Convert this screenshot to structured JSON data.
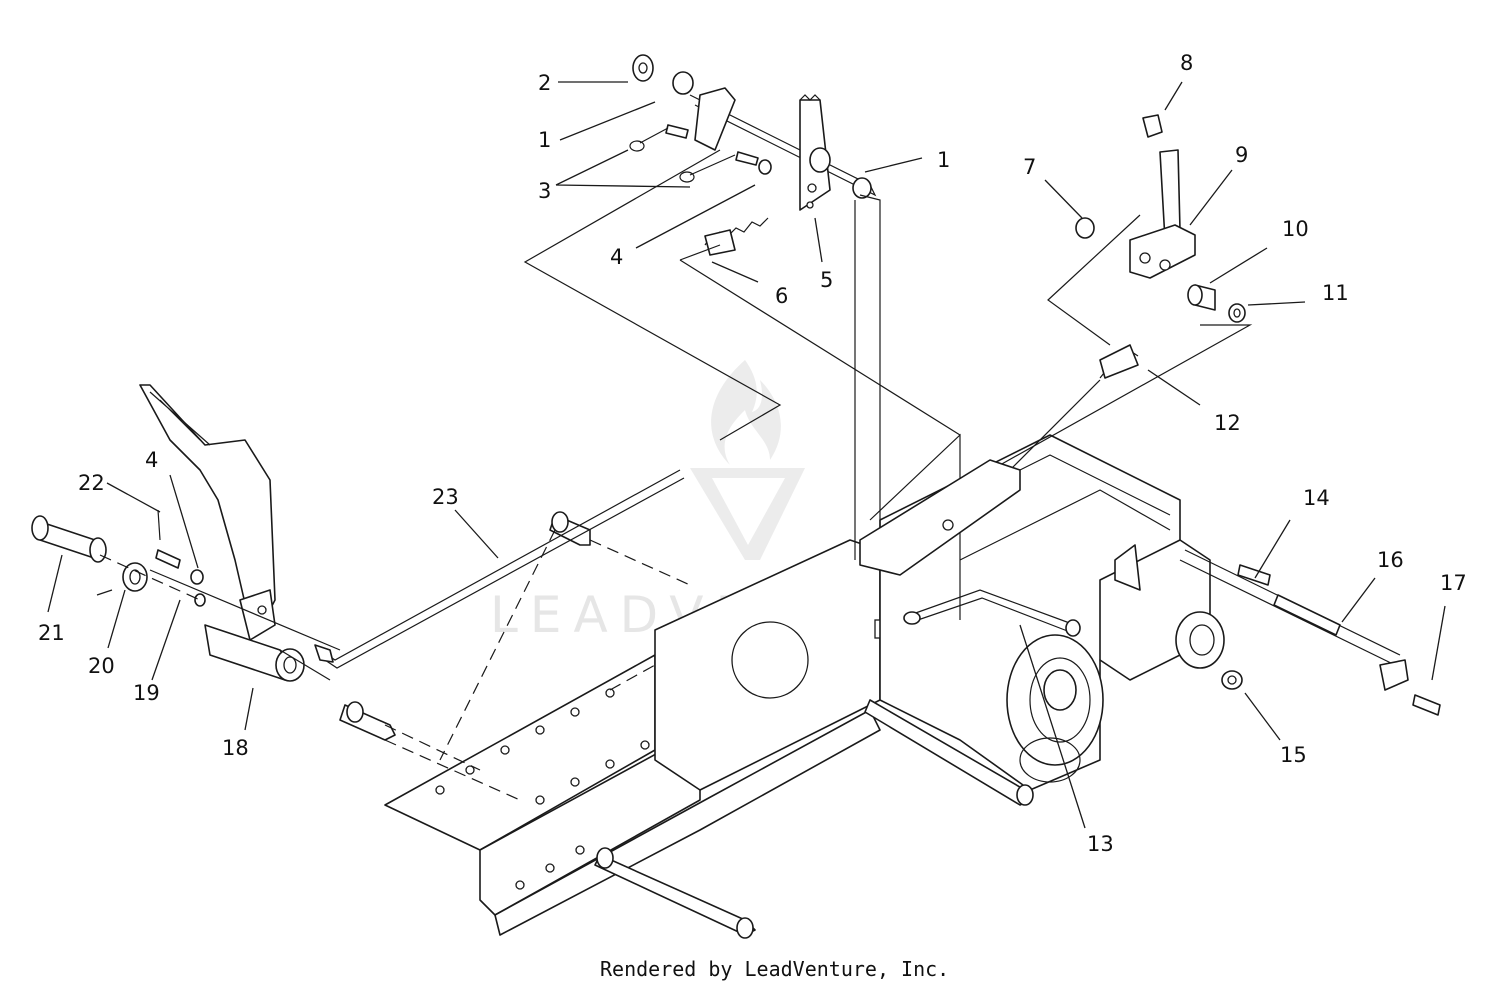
{
  "watermark": {
    "text": "LEADVENTURE"
  },
  "footer": {
    "text": "Rendered by LeadVenture, Inc."
  },
  "callouts": [
    {
      "id": "c2a",
      "label": "2"
    },
    {
      "id": "c1a",
      "label": "1"
    },
    {
      "id": "c3",
      "label": "3"
    },
    {
      "id": "c4a",
      "label": "4"
    },
    {
      "id": "c6",
      "label": "6"
    },
    {
      "id": "c5",
      "label": "5"
    },
    {
      "id": "c1b",
      "label": "1"
    },
    {
      "id": "c8",
      "label": "8"
    },
    {
      "id": "c7",
      "label": "7"
    },
    {
      "id": "c9",
      "label": "9"
    },
    {
      "id": "c10",
      "label": "10"
    },
    {
      "id": "c11",
      "label": "11"
    },
    {
      "id": "c12",
      "label": "12"
    },
    {
      "id": "c4b",
      "label": "4"
    },
    {
      "id": "c22",
      "label": "22"
    },
    {
      "id": "c23",
      "label": "23"
    },
    {
      "id": "c21",
      "label": "21"
    },
    {
      "id": "c20",
      "label": "20"
    },
    {
      "id": "c19",
      "label": "19"
    },
    {
      "id": "c18",
      "label": "18"
    },
    {
      "id": "c14",
      "label": "14"
    },
    {
      "id": "c16",
      "label": "16"
    },
    {
      "id": "c17",
      "label": "17"
    },
    {
      "id": "c15",
      "label": "15"
    },
    {
      "id": "c13",
      "label": "13"
    }
  ]
}
